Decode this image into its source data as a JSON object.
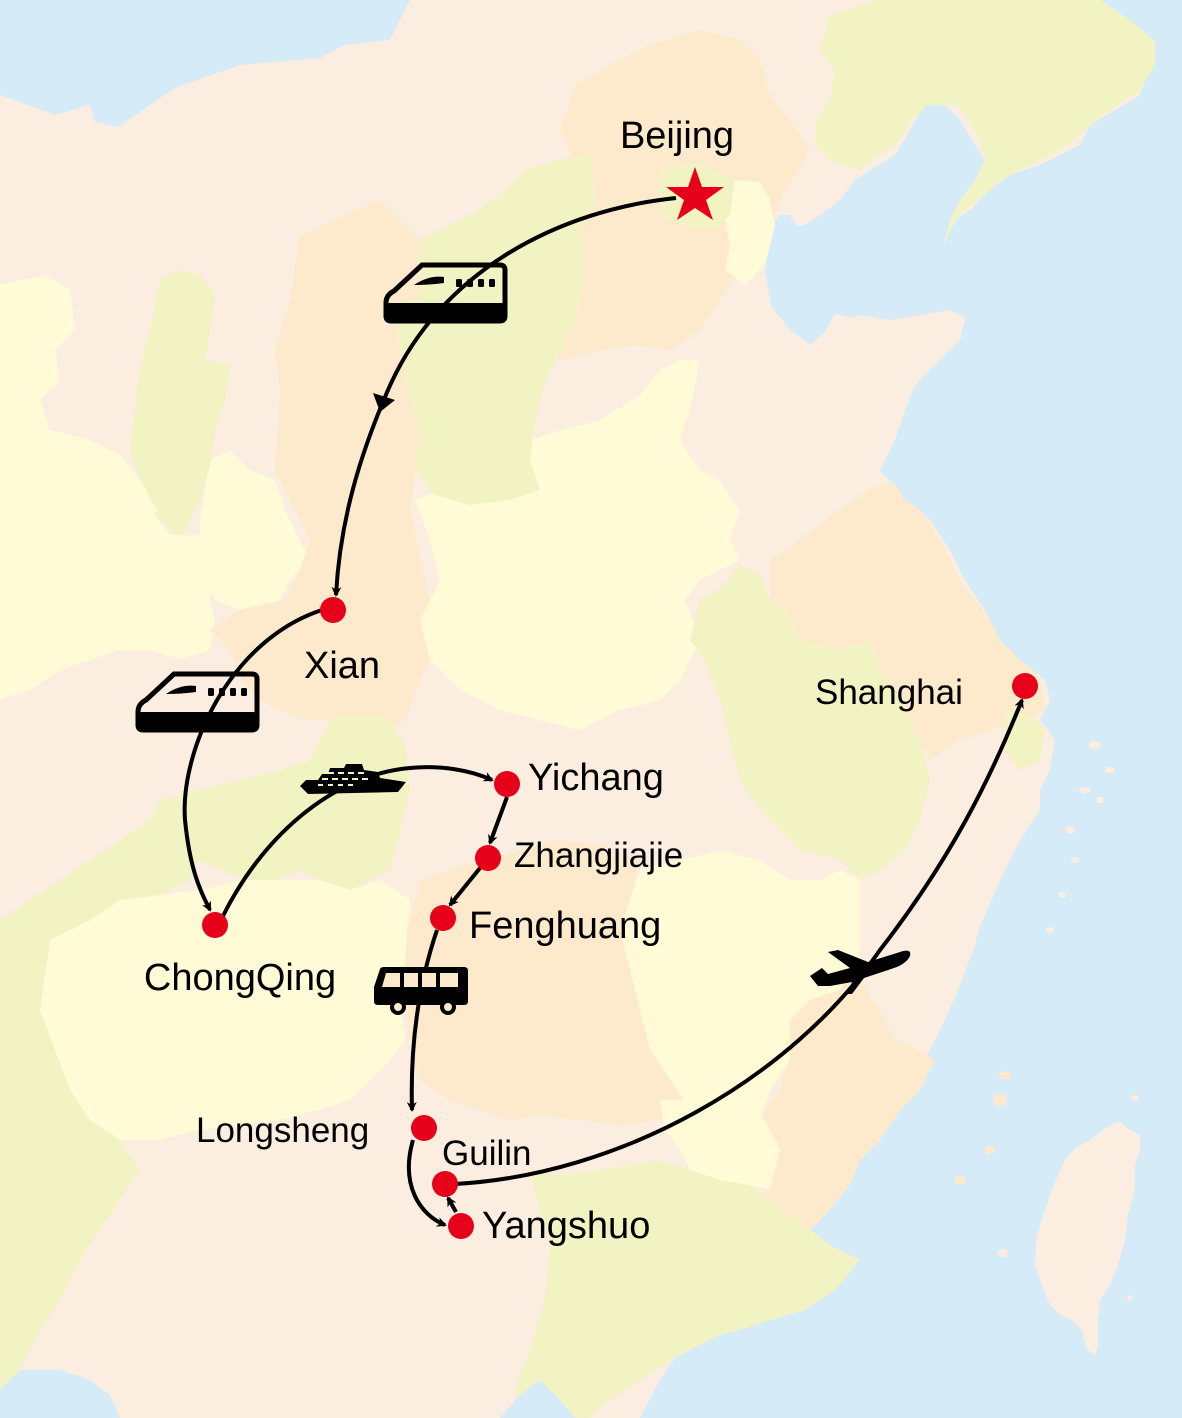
{
  "map": {
    "title": "China tour route map",
    "colors": {
      "sea": "#d5ecf8",
      "land_pink": "#fbeddf",
      "land_peach": "#fde9cb",
      "land_yellow": "#fffbd7",
      "land_green": "#f1f3c3",
      "stop": "#e60019",
      "route": "#000000"
    },
    "start": {
      "name": "Beijing",
      "marker": "star-icon"
    },
    "stops": [
      {
        "name": "Beijing"
      },
      {
        "name": "Xian"
      },
      {
        "name": "ChongQing"
      },
      {
        "name": "Yichang"
      },
      {
        "name": "Zhangjiajie"
      },
      {
        "name": "Fenghuang"
      },
      {
        "name": "Longsheng"
      },
      {
        "name": "Guilin"
      },
      {
        "name": "Yangshuo"
      },
      {
        "name": "Shanghai"
      }
    ],
    "legs": [
      {
        "from": "Beijing",
        "to": "Xian",
        "mode": "train-icon"
      },
      {
        "from": "Xian",
        "to": "ChongQing",
        "mode": "train-icon"
      },
      {
        "from": "ChongQing",
        "to": "Yichang",
        "mode": "cruise-ship-icon"
      },
      {
        "from": "Yichang",
        "to": "Zhangjiajie",
        "mode": "arrow"
      },
      {
        "from": "Zhangjiajie",
        "to": "Fenghuang",
        "mode": "arrow"
      },
      {
        "from": "Fenghuang",
        "to": "Longsheng",
        "mode": "bus-icon"
      },
      {
        "from": "Longsheng",
        "to": "Yangshuo",
        "mode": "arrow"
      },
      {
        "from": "Yangshuo",
        "to": "Guilin",
        "mode": "arrow"
      },
      {
        "from": "Guilin",
        "to": "Shanghai",
        "mode": "airplane-icon"
      }
    ]
  }
}
